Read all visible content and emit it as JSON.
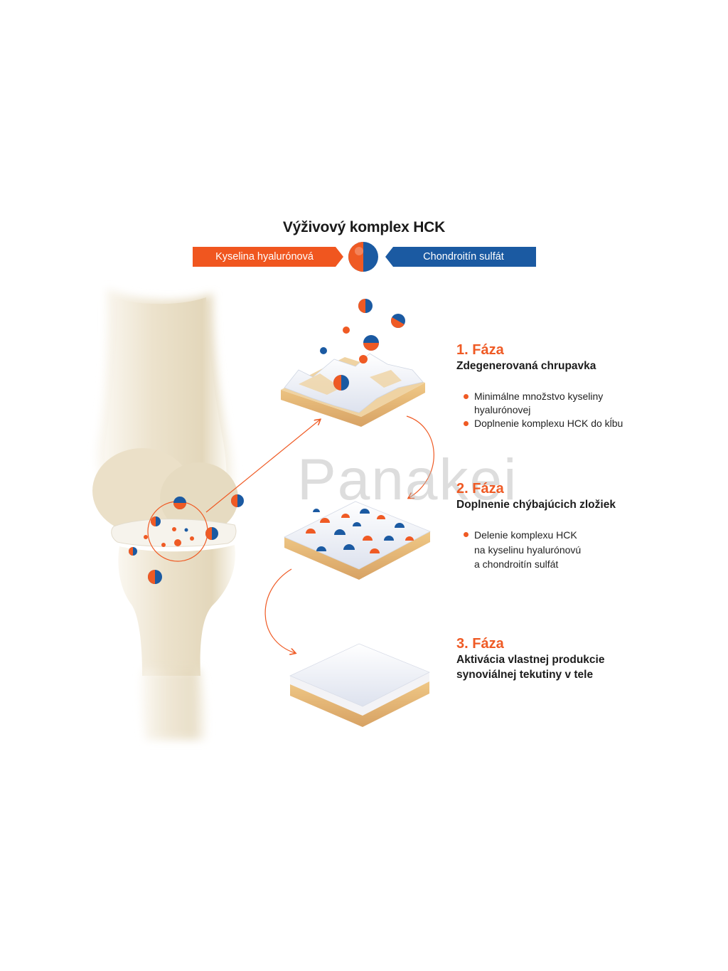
{
  "title": "Výživový komplex HCK",
  "banner_left": "Kyselina hyalurónová",
  "banner_right": "Chondroitín sulfát",
  "watermark": "Panakei",
  "colors": {
    "orange": "#ef5a24",
    "blue": "#1b5aa2",
    "bone": "#ece2cb"
  },
  "phases": [
    {
      "title": "1. Fáza",
      "subtitle": "Zdegenerovaná chrupavka",
      "bullets": [
        [
          "Minimálne množstvo kyseliny",
          "hyalurónovej"
        ],
        [
          "Doplnenie komplexu HCK do kĺbu"
        ]
      ]
    },
    {
      "title": "2. Fáza",
      "subtitle": "Doplnenie chýbajúcich zložiek",
      "bullets": [
        [
          "Delenie komplexu HCK",
          "na kyselinu hyalurónovú",
          "a chondroitín sulfát"
        ]
      ]
    },
    {
      "title": "3. Fáza",
      "subtitle_lines": [
        "Aktivácia vlastnej produkcie",
        "synoviálnej tekutiny v tele"
      ]
    }
  ],
  "icons": [
    "knee-joint-illustration",
    "cartilage-block-icon",
    "hck-molecule-icon",
    "curved-arrow-icon"
  ]
}
